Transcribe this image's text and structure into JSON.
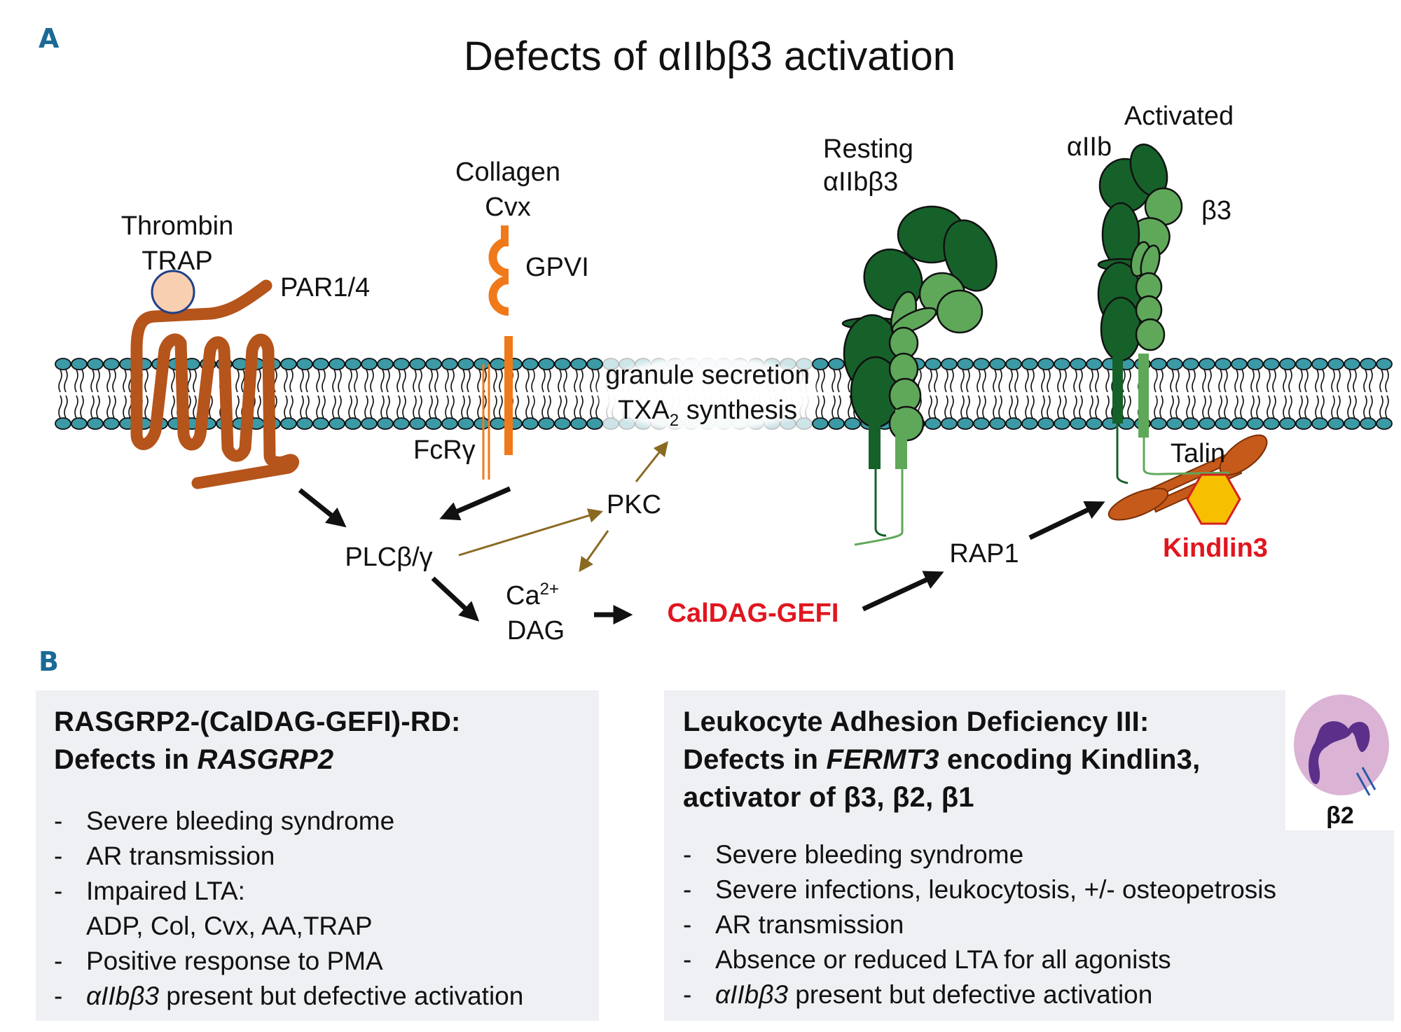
{
  "panel_letters": {
    "a": "A",
    "b": "B"
  },
  "diagram": {
    "title": "Defects of αIIbβ3 activation",
    "agonists_thrombin": [
      "Thrombin",
      "TRAP"
    ],
    "receptor_par": "PAR1/4",
    "agonists_collagen": [
      "Collagen",
      "Cvx"
    ],
    "receptor_gpvi": "GPVI",
    "receptor_fcr": "FcRγ",
    "membrane_text": {
      "line1": "granule secretion",
      "line2_prefix": "TXA",
      "line2_sub": "2",
      "line2_suffix": " synthesis"
    },
    "pkc": "PKC",
    "plc": "PLCβ/γ",
    "ca": {
      "base": "Ca",
      "sup": "2+"
    },
    "dag": "DAG",
    "caldag": "CalDAG-GEFI",
    "rap1": "RAP1",
    "resting_label": [
      "Resting",
      "αIIbβ3"
    ],
    "activated_label": "Activated",
    "aiib_label": "αIIb",
    "b3_label": "β3",
    "talin": "Talin",
    "kindlin": "Kindlin3",
    "colors": {
      "membrane_head": "#3b9aa6",
      "par_brown": "#b5541b",
      "gpvi_orange": "#f07a1a",
      "integrin_dark": "#16612a",
      "integrin_light": "#5fa85a",
      "pkc_arrow": "#8a6a22",
      "talin": "#c65a1a",
      "kindlin_fill": "#f6c000",
      "kindlin_stroke": "#d42020",
      "red_text": "#e0161f"
    }
  },
  "panels": {
    "left": {
      "title_line1": "RASGRP2-(CalDAG-GEFI)-RD:",
      "title_line2_prefix": "Defects in ",
      "title_line2_italic": "RASGRP2",
      "bullets": [
        {
          "text": "Severe bleeding syndrome"
        },
        {
          "text": "AR transmission"
        },
        {
          "text": "Impaired LTA:"
        },
        {
          "text": "ADP, Col, Cvx, AA,TRAP",
          "continuation": true
        },
        {
          "text": "Positive response to PMA"
        },
        {
          "text": "present but defective activation",
          "italic_prefix": "αIIbβ3"
        }
      ]
    },
    "right": {
      "title_line1": "Leukocyte Adhesion Deficiency III:",
      "title_line2_prefix": "Defects in ",
      "title_line2_italic": "FERMT3",
      "title_line2_suffix": " encoding Kindlin3,",
      "title_line3": "activator of β3, β2, β1",
      "cell_label": "β2",
      "bullets": [
        {
          "text": "Severe bleeding syndrome"
        },
        {
          "text": "Severe infections, leukocytosis, +/- osteopetrosis"
        },
        {
          "text": "AR transmission"
        },
        {
          "text": "Absence or reduced LTA for all agonists"
        },
        {
          "text": "present but defective activation",
          "italic_prefix": "αIIbβ3"
        }
      ]
    },
    "dash": "-"
  }
}
